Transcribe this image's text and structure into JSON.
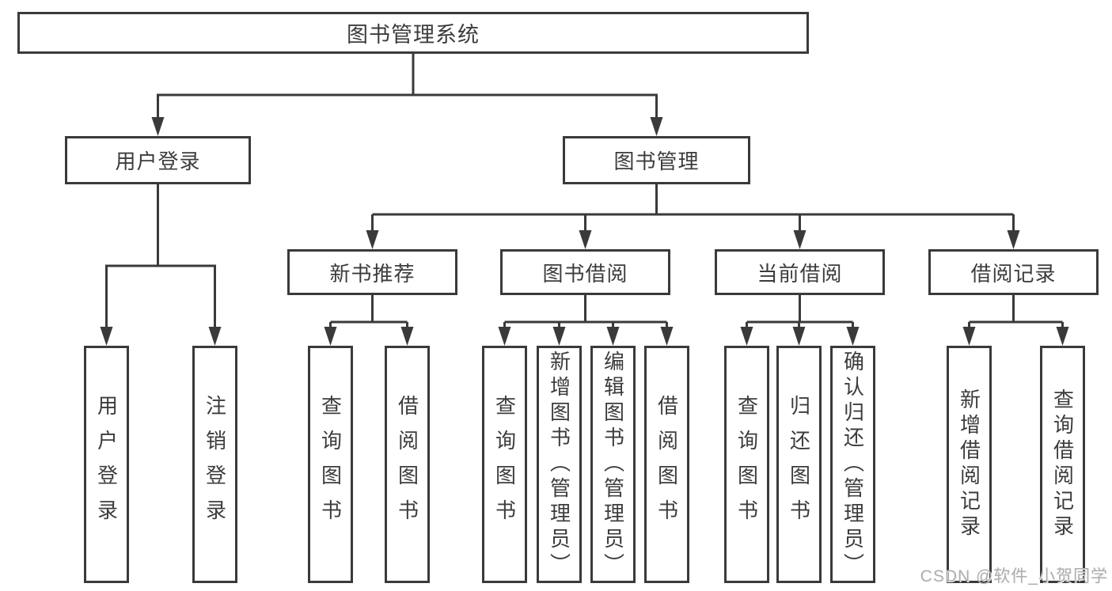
{
  "diagram": {
    "type": "tree",
    "root": {
      "label": "图书管理系统"
    },
    "branches": [
      {
        "label": "用户登录",
        "children": [
          {
            "label": "用户登录"
          },
          {
            "label": "注销登录"
          }
        ]
      },
      {
        "label": "图书管理",
        "children": [
          {
            "label": "新书推荐",
            "children": [
              {
                "label": "查询图书"
              },
              {
                "label": "借阅图书"
              }
            ]
          },
          {
            "label": "图书借阅",
            "children": [
              {
                "label": "查询图书"
              },
              {
                "label": "新增图书（管理员）"
              },
              {
                "label": "编辑图书（管理员）"
              },
              {
                "label": "借阅图书"
              }
            ]
          },
          {
            "label": "当前借阅",
            "children": [
              {
                "label": "查询图书"
              },
              {
                "label": "归还图书"
              },
              {
                "label": "确认归还（管理员）"
              }
            ]
          },
          {
            "label": "借阅记录",
            "children": [
              {
                "label": "新增借阅记录"
              },
              {
                "label": "查询借阅记录"
              }
            ]
          }
        ]
      }
    ]
  },
  "colors": {
    "line": "#3a3a3a",
    "box_border": "#3a3a3a",
    "box_background": "#ffffff",
    "text": "#3c3c3c",
    "watermark": "#aeaeae",
    "page_background": "#ffffff"
  },
  "watermark": {
    "text": "CSDN @软件_小贺同学"
  }
}
